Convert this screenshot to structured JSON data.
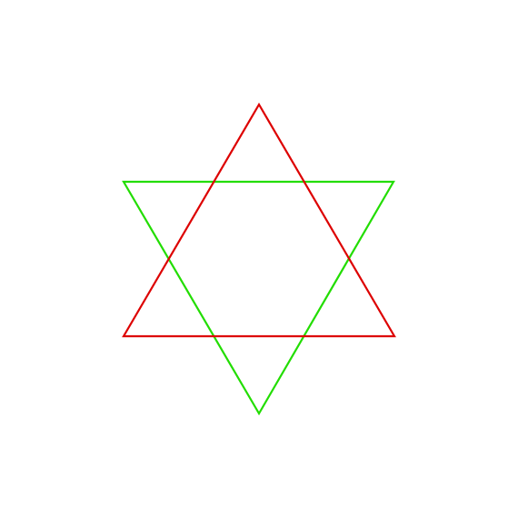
{
  "diagram": {
    "shapes": [
      {
        "name": "upward-triangle",
        "shape": "triangle",
        "orientation": "pointing-up",
        "stroke_color": "#dd0000"
      },
      {
        "name": "downward-triangle",
        "shape": "triangle",
        "orientation": "pointing-down",
        "stroke_color": "#22dd00"
      }
    ],
    "background_color": "#ffffff"
  }
}
